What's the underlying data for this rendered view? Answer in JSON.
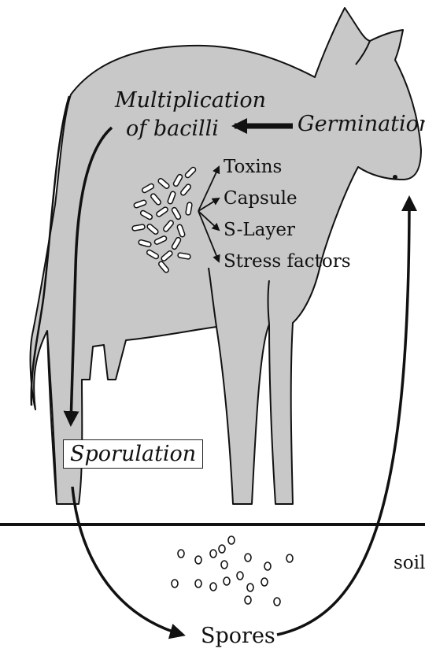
{
  "labels": {
    "multiplication_line1": "Multiplication",
    "multiplication_line2": "of bacilli",
    "germination": "Germination",
    "toxins": "Toxins",
    "capsule": "Capsule",
    "s_layer": "S-Layer",
    "stress_factors": "Stress factors",
    "sporulation": "Sporulation",
    "soil": "soil",
    "spores": "Spores"
  },
  "colors": {
    "cow_fill": "#c8c8c8",
    "outline": "#111111",
    "background": "#ffffff",
    "bacillus_fill": "#ffffff"
  }
}
